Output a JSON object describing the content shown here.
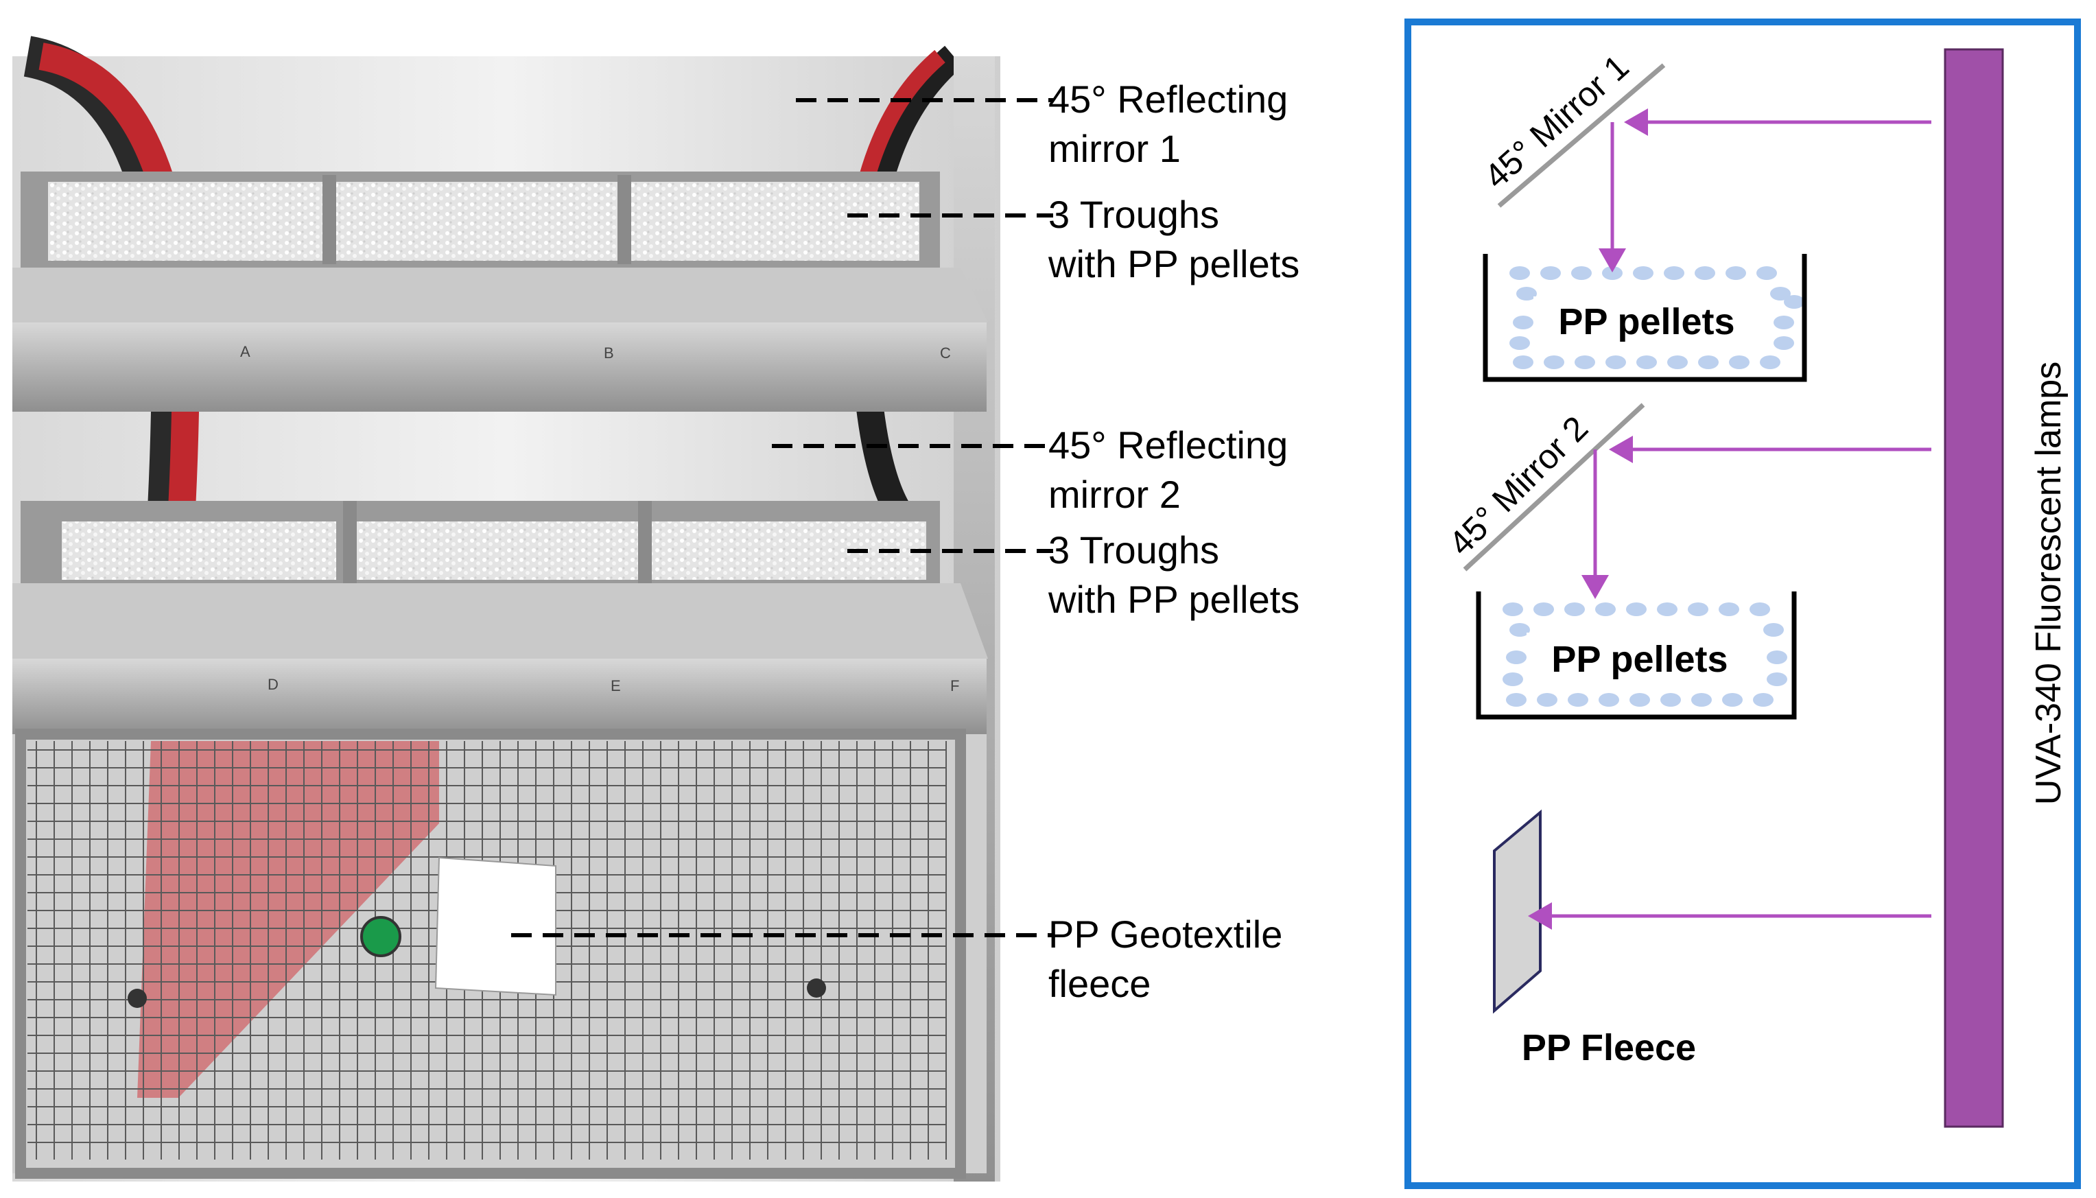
{
  "photo": {
    "trough_marks_top": [
      "A",
      "B",
      "C"
    ],
    "trough_marks_bottom": [
      "D",
      "E",
      "F"
    ]
  },
  "callouts": [
    {
      "lines": [
        "45° Reflecting",
        "mirror 1"
      ]
    },
    {
      "lines": [
        "3 Troughs",
        "with PP pellets"
      ]
    },
    {
      "lines": [
        "45° Reflecting",
        "mirror 2"
      ]
    },
    {
      "lines": [
        "3 Troughs",
        "with PP pellets"
      ]
    },
    {
      "lines": [
        "PP Geotextile",
        "fleece"
      ]
    }
  ],
  "schematic": {
    "lamp_label": "UVA-340 Fluorescent lamps",
    "mirror_1_label": "45° Mirror 1",
    "mirror_2_label": "45° Mirror 2",
    "pellets_1_label": "PP pellets",
    "pellets_2_label": "PP pellets",
    "fleece_label": "PP Fleece"
  },
  "colors": {
    "frame_blue": "#1a7ad4",
    "lamp_purple": "#a050a8",
    "arrow_purple": "#b04fc0",
    "pellet_blue": "#bcd0ee",
    "mirror_gray": "#9a9a9a",
    "fleece_gray": "#d4d4d4",
    "steel": "#b8b8b8",
    "red_frame": "#c0282e"
  }
}
